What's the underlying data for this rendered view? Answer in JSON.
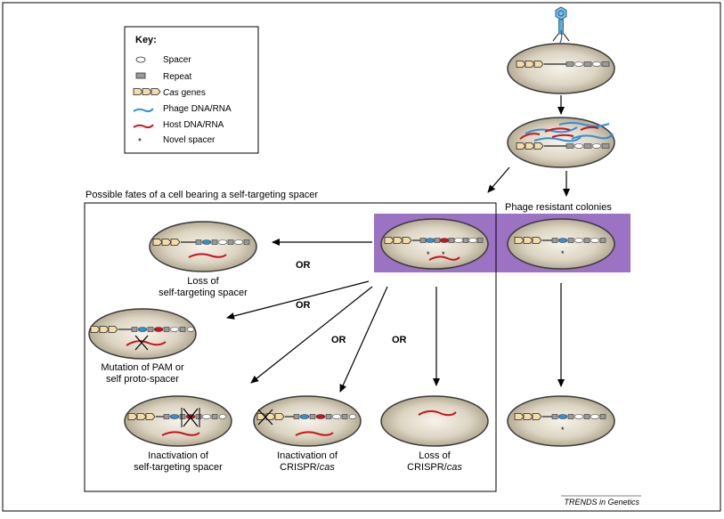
{
  "key": {
    "title": "Key:",
    "spacer": "Spacer",
    "repeat": "Repeat",
    "cas_italic": "Cas",
    "cas_rest": " genes",
    "phage": "Phage DNA/RNA",
    "host": "Host  DNA/RNA",
    "novel": "Novel spacer"
  },
  "labels": {
    "possible_fates": "Possible fates of a cell bearing a self-targeting spacer",
    "phage_resistant": "Phage resistant colonies",
    "or": "OR",
    "loss_spacer_1": "Loss of",
    "loss_spacer_2": "self-targeting spacer",
    "mutation_1": "Mutation of PAM or",
    "mutation_2": "self proto-spacer",
    "inact_spacer_1": "Inactivation of",
    "inact_spacer_2": "self-targeting spacer",
    "inact_cas_1": "Inactivation of",
    "inact_cas_2a": "CRISPR/",
    "inact_cas_2b": "cas",
    "loss_crispr_1": "Loss of",
    "loss_crispr_2a": "CRISPR/",
    "loss_crispr_2b": "cas",
    "star": "*",
    "footer": "TRENDS in Genetics"
  },
  "colors": {
    "cell_edge": "#3a3a3a",
    "cell_center": "#f6f3ea",
    "cell_rim": "#a89e86",
    "cas_fill": "#f3dcaa",
    "phage_blue": "#2f8fd8",
    "host_red": "#c8141e",
    "purple_band": "#9b72c4",
    "repeat_fill": "#9a9a9a"
  }
}
